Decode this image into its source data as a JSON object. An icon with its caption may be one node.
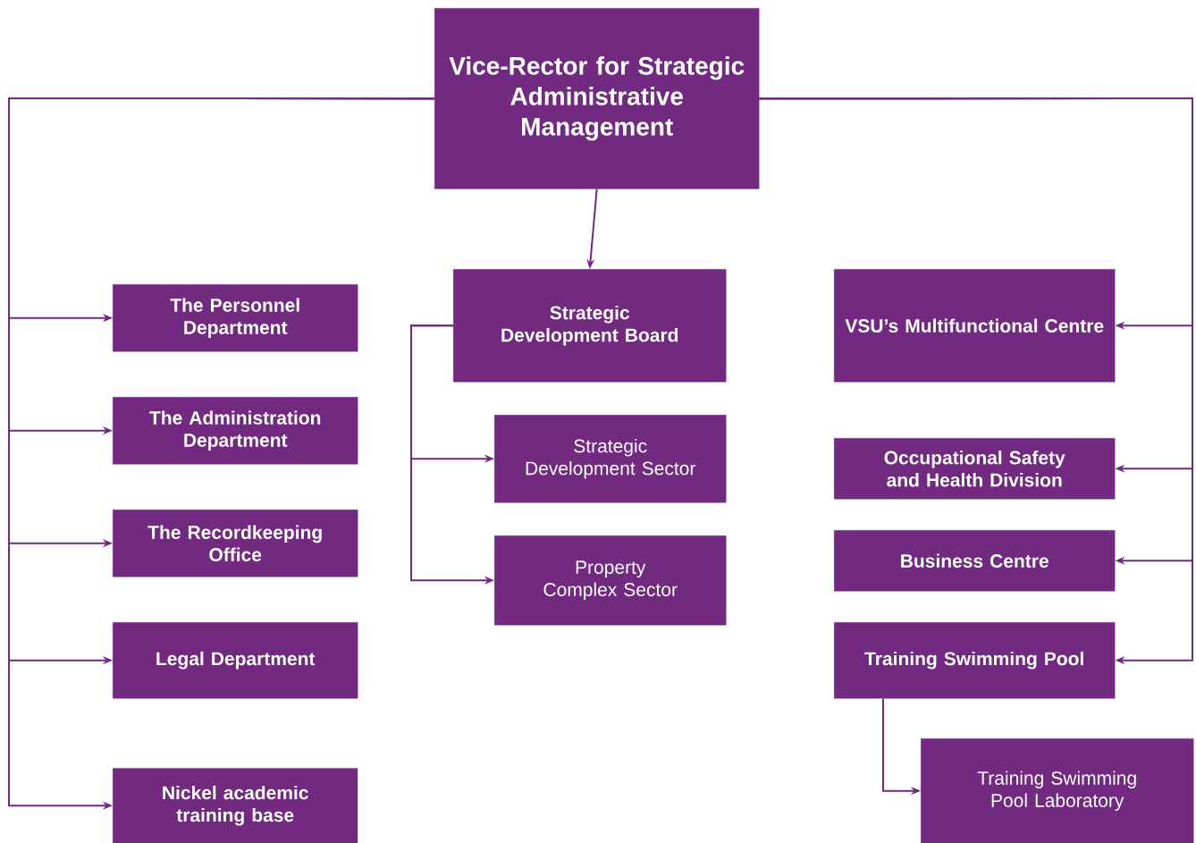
{
  "diagram": {
    "nodes": [
      {
        "text": [
          "Vice-Rector for Strategic Administrative Management"
        ]
      },
      {
        "text": [
          "The Personnel Department"
        ]
      },
      {
        "text": [
          "The Administration Department"
        ]
      },
      {
        "text": [
          "The Recordkeeping Office"
        ]
      },
      {
        "text": [
          "Legal Department"
        ]
      },
      {
        "text": [
          "Nickel academic training base"
        ]
      },
      {
        "text": [
          "Strategic Development Board"
        ]
      },
      {
        "text": [
          "Strategic Development Sector"
        ]
      },
      {
        "text": [
          "Property Complex Sector"
        ]
      },
      {
        "text": [
          "VSU’s Multifunctional Centre"
        ]
      },
      {
        "text": [
          "Occupational Safety and Health Division"
        ]
      },
      {
        "text": [
          "Business Centre"
        ]
      },
      {
        "text": [
          "Training Swimming Pool"
        ]
      },
      {
        "text": [
          "Training Swimming Pool Laboratory"
        ]
      }
    ],
    "edges": [
      {
        "from": 0,
        "to": 1,
        "arrow": "to"
      },
      {
        "from": 0,
        "to": 2,
        "arrow": "to"
      },
      {
        "from": 0,
        "to": 3,
        "arrow": "to"
      },
      {
        "from": 0,
        "to": 4,
        "arrow": "to"
      },
      {
        "from": 0,
        "to": 5,
        "arrow": "to"
      },
      {
        "from": 0,
        "to": 6,
        "arrow": "to"
      },
      {
        "from": 6,
        "to": 7,
        "arrow": "to"
      },
      {
        "from": 6,
        "to": 8,
        "arrow": "to"
      },
      {
        "from": 0,
        "to": 9,
        "arrow": "to"
      },
      {
        "from": 0,
        "to": 10,
        "arrow": "to"
      },
      {
        "from": 0,
        "to": 11,
        "arrow": "to"
      },
      {
        "from": 0,
        "to": 12,
        "arrow": "to"
      },
      {
        "from": 12,
        "to": 13,
        "arrow": "to"
      }
    ]
  }
}
